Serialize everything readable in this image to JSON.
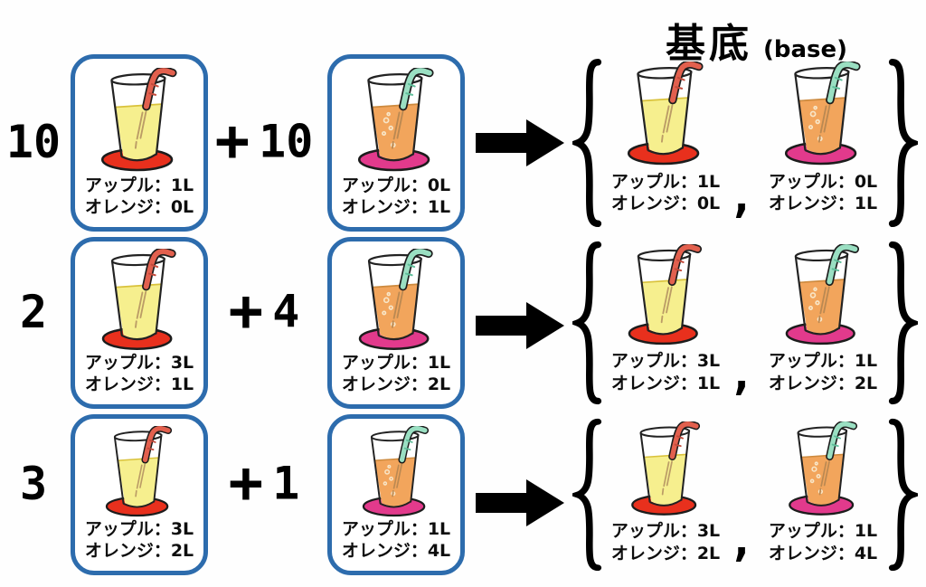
{
  "title": {
    "main": "基底",
    "sub": "(base)"
  },
  "colors": {
    "background": "#fefefe",
    "card_border": "#2d6cad",
    "text": "#0d0d0d",
    "arrow": "#000000",
    "brace": "#000000"
  },
  "icons": {
    "apple_glass": {
      "name": "apple-juice-glass",
      "juice": "#f6ef8e",
      "juice_edge": "#d9c23c",
      "straw": "#e2604e",
      "straw_stripe": "#c34b3c",
      "straw_in_juice": "#bb9c66",
      "coaster": "#e8301d",
      "outline": "#222222"
    },
    "orange_glass": {
      "name": "orange-juice-glass",
      "juice": "#f2a55c",
      "juice_edge": "#cd8a3e",
      "straw": "#9adfc2",
      "straw_stripe": "#5fbe9a",
      "straw_in_juice": "#bb8952",
      "coaster": "#e23a8c",
      "bubble": "#f8e6c8",
      "outline": "#222222"
    }
  },
  "rows": [
    {
      "coef1": "10",
      "plus": "+",
      "coef2": "10",
      "card1": {
        "line1": "アップル：1L",
        "line2": "オレンジ：0L"
      },
      "card2": {
        "line1": "アップル：0L",
        "line2": "オレンジ：1L"
      },
      "result1": {
        "line1": "アップル：1L",
        "line2": "オレンジ：0L"
      },
      "comma": ",",
      "result2": {
        "line1": "アップル：0L",
        "line2": "オレンジ：1L"
      }
    },
    {
      "coef1": "2",
      "plus": "+",
      "coef2": "4",
      "card1": {
        "line1": "アップル：3L",
        "line2": "オレンジ：1L"
      },
      "card2": {
        "line1": "アップル：1L",
        "line2": "オレンジ：2L"
      },
      "result1": {
        "line1": "アップル：3L",
        "line2": "オレンジ：1L"
      },
      "comma": ",",
      "result2": {
        "line1": "アップル：1L",
        "line2": "オレンジ：2L"
      }
    },
    {
      "coef1": "3",
      "plus": "+",
      "coef2": "1",
      "card1": {
        "line1": "アップル：3L",
        "line2": "オレンジ：2L"
      },
      "card2": {
        "line1": "アップル：1L",
        "line2": "オレンジ：4L"
      },
      "result1": {
        "line1": "アップル：3L",
        "line2": "オレンジ：2L"
      },
      "comma": ",",
      "result2": {
        "line1": "アップル：1L",
        "line2": "オレンジ：4L"
      }
    }
  ]
}
